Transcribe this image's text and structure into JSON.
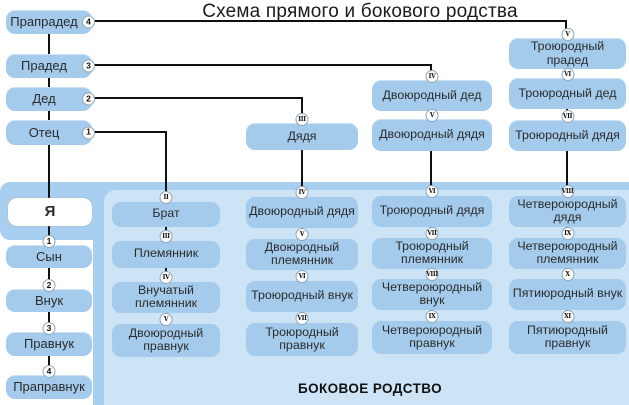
{
  "title": "Схема прямого и бокового родства",
  "footer_label": "БОКОВОЕ РОДСТВО",
  "colors": {
    "node_fill": "#a4cbec",
    "panel": "#cde4f7",
    "band": "#a9cff0",
    "line": "#101010",
    "text": "#262626"
  },
  "direct_line": {
    "ancestors": [
      {
        "label": "Прапрадед",
        "degree": "4"
      },
      {
        "label": "Прадед",
        "degree": "3"
      },
      {
        "label": "Дед",
        "degree": "2"
      },
      {
        "label": "Отец",
        "degree": "1"
      }
    ],
    "self_label": "Я",
    "descendants": [
      {
        "label": "Сын",
        "degree": "1"
      },
      {
        "label": "Внук",
        "degree": "2"
      },
      {
        "label": "Правнук",
        "degree": "3"
      },
      {
        "label": "Праправнук",
        "degree": "4"
      }
    ]
  },
  "lateral": {
    "columns": [
      {
        "nodes": [
          {
            "label": "Брат",
            "numeral": "II"
          },
          {
            "label": "Племянник",
            "numeral": "III"
          },
          {
            "label": "Внучатый племянник",
            "numeral": "IV"
          },
          {
            "label": "Двоюродный правнук",
            "numeral": "V"
          }
        ]
      },
      {
        "nodes": [
          {
            "label": "Дядя",
            "numeral": "III"
          },
          {
            "label": "Двоюродный дядя",
            "numeral": "IV"
          },
          {
            "label": "Двоюродный племянник",
            "numeral": "V"
          },
          {
            "label": "Троюродный внук",
            "numeral": "VI"
          },
          {
            "label": "Троюродный правнук",
            "numeral": "VII"
          }
        ]
      },
      {
        "nodes": [
          {
            "label": "Двоюродный дед",
            "numeral": "IV"
          },
          {
            "label": "Двоюродный дядя",
            "numeral": "V"
          },
          {
            "label": "Троюродный дядя",
            "numeral": "VI"
          },
          {
            "label": "Троюродный племянник",
            "numeral": "VII"
          },
          {
            "label": "Четвероюродный внук",
            "numeral": "VIII"
          },
          {
            "label": "Четвероюродный правнук",
            "numeral": "IX"
          }
        ]
      },
      {
        "nodes": [
          {
            "label": "Троюродный прадед",
            "numeral": "V"
          },
          {
            "label": "Троюродный дед",
            "numeral": "VI"
          },
          {
            "label": "Троюродный дядя",
            "numeral": "VII"
          },
          {
            "label": "Четвероюродный дядя",
            "numeral": "VIII"
          },
          {
            "label": "Четвероюродный племянник",
            "numeral": "IX"
          },
          {
            "label": "Пятиюродный внук",
            "numeral": "X"
          },
          {
            "label": "Пятиюродный правнук",
            "numeral": "XI"
          }
        ]
      }
    ]
  }
}
